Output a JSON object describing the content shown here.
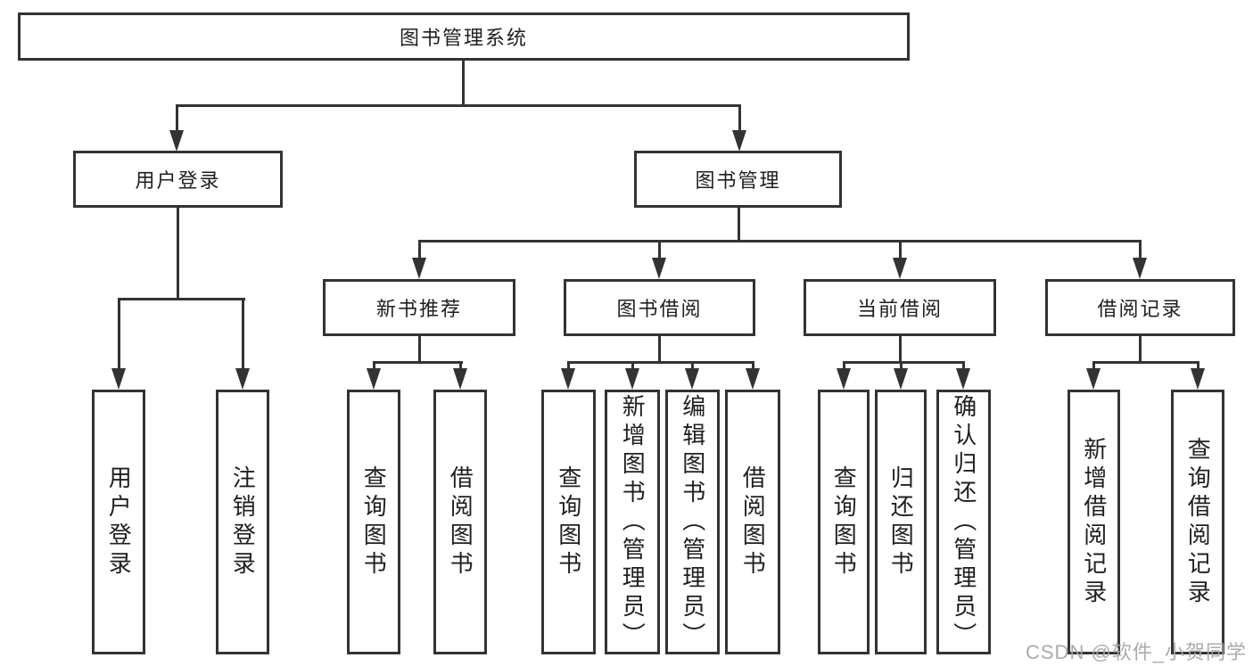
{
  "colors": {
    "line": "#333333",
    "text": "#1f1f1f",
    "background": "#ffffff",
    "watermark": "#a6a6a6"
  },
  "watermark": {
    "text": "CSDN @软件_小贺同学"
  },
  "nodes": {
    "root": "图书管理系统",
    "user_login": "用户登录",
    "book_mgmt": "图书管理",
    "new_book_rec": "新书推荐",
    "book_borrow": "图书借阅",
    "current_borrow": "当前借阅",
    "borrow_records": "借阅记录",
    "leaf_user_login": "用户登录",
    "leaf_logout": "注销登录",
    "leaf_query_books_1": "查询图书",
    "leaf_borrow_books_1": "借阅图书",
    "leaf_query_books_2": "查询图书",
    "leaf_add_books": "新增图书（管理员）",
    "leaf_edit_books": "编辑图书（管理员）",
    "leaf_borrow_books_2": "借阅图书",
    "leaf_query_books_3": "查询图书",
    "leaf_return_books": "归还图书",
    "leaf_confirm_return": "确认归还（管理员）",
    "leaf_add_record": "新增借阅记录",
    "leaf_query_record": "查询借阅记录"
  }
}
